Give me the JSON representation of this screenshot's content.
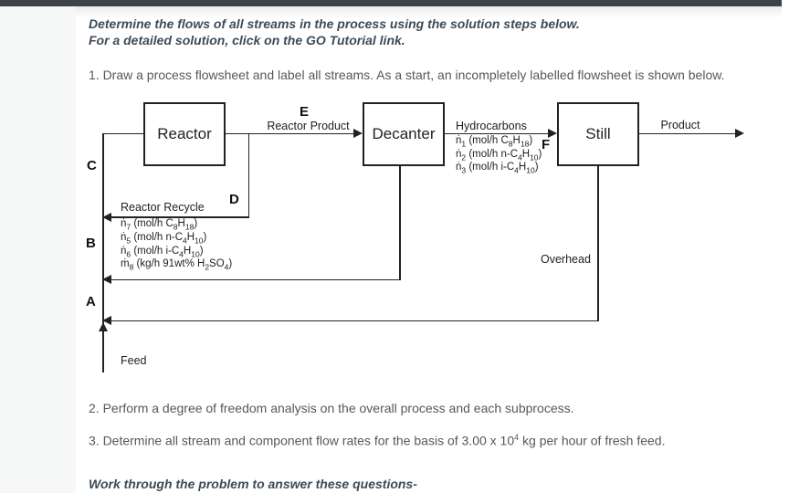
{
  "intro": {
    "line1": "Determine the flows of all streams in the process using the solution steps below.",
    "line2": "For a detailed solution, click on the GO Tutorial link."
  },
  "steps": {
    "step1": "1. Draw a process flowsheet and label all streams. As a start, an incompletely labelled flowsheet is shown below.",
    "step2": "2. Perform a degree of freedom analysis on the overall process and each subprocess.",
    "step3_segments": [
      {
        "t": "3. Determine all stream and component flow rates for the basis of 3.00 x 10"
      },
      {
        "p": "4"
      },
      {
        "t": " kg per hour of fresh feed."
      }
    ],
    "outro": "Work through the problem to answer these questions-"
  },
  "diagram": {
    "units": {
      "reactor": "Reactor",
      "decanter": "Decanter",
      "still": "Still"
    },
    "stream_letters": {
      "A": "A",
      "B": "B",
      "C": "C",
      "D": "D",
      "E": "E",
      "F": "F"
    },
    "stream_labels": {
      "reactor_product": "Reactor Product",
      "hydrocarbons": "Hydrocarbons",
      "product": "Product",
      "overhead": "Overhead",
      "reactor_recycle": "Reactor Recycle",
      "feed": "Feed"
    },
    "hydrocarbons_components": [
      [
        {
          "t": "ṅ"
        },
        {
          "s": "1"
        },
        {
          "t": " (mol/h C"
        },
        {
          "s": "8"
        },
        {
          "t": "H"
        },
        {
          "s": "18"
        },
        {
          "t": ")"
        }
      ],
      [
        {
          "t": "ṅ"
        },
        {
          "s": "2"
        },
        {
          "t": " (mol/h n-C"
        },
        {
          "s": "4"
        },
        {
          "t": "H"
        },
        {
          "s": "10"
        },
        {
          "t": ")"
        }
      ],
      [
        {
          "t": "ṅ"
        },
        {
          "s": "3"
        },
        {
          "t": " (mol/h i-C"
        },
        {
          "s": "4"
        },
        {
          "t": "H"
        },
        {
          "s": "10"
        },
        {
          "t": ")"
        }
      ]
    ],
    "recycle_components": [
      [
        {
          "t": "ṅ"
        },
        {
          "s": "7"
        },
        {
          "t": " (mol/h C"
        },
        {
          "s": "8"
        },
        {
          "t": "H"
        },
        {
          "s": "18"
        },
        {
          "t": ")"
        }
      ],
      [
        {
          "t": "ṅ"
        },
        {
          "s": "5"
        },
        {
          "t": " (mol/h n-C"
        },
        {
          "s": "4"
        },
        {
          "t": "H"
        },
        {
          "s": "10"
        },
        {
          "t": ")"
        }
      ],
      [
        {
          "t": "ṅ"
        },
        {
          "s": "6"
        },
        {
          "t": " (mol/h i-C"
        },
        {
          "s": "4"
        },
        {
          "t": "H"
        },
        {
          "s": "10"
        },
        {
          "t": ")"
        }
      ],
      [
        {
          "t": "ṁ"
        },
        {
          "s": "8"
        },
        {
          "t": " (kg/h 91wt% H"
        },
        {
          "s": "2"
        },
        {
          "t": "SO"
        },
        {
          "s": "4"
        },
        {
          "t": ")"
        }
      ]
    ]
  },
  "colors": {
    "top_bar": "#3e4349",
    "left_panel": "#f6f7f7",
    "emphasis_text": "#3d4b57",
    "body_text": "#54585d",
    "diagram_ink": "#222222"
  }
}
